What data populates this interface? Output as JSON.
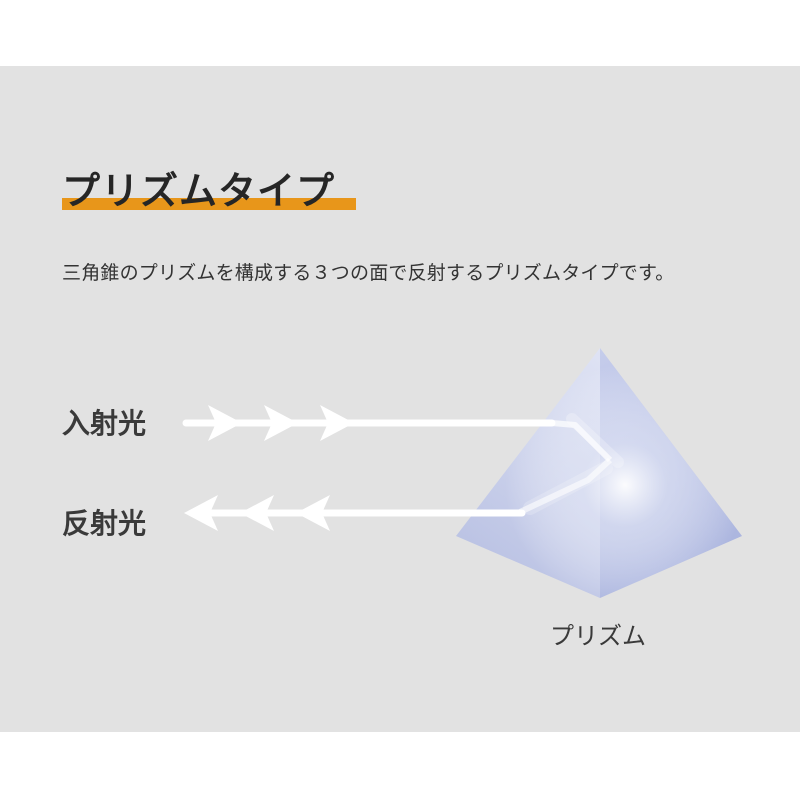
{
  "title": "プリズムタイプ",
  "description": "三角錐のプリズムを構成する３つの面で反射するプリズムタイプです。",
  "labels": {
    "incident": "入射光",
    "reflected": "反射光",
    "prism": "プリズム"
  },
  "colors": {
    "panel_background": "#e2e2e2",
    "title_underline": "#e8961a",
    "prism_blue": "#b7c0e4",
    "light_path": "#ffffff"
  },
  "icons": {
    "incident_arrows": "right-arrowheads",
    "reflected_arrows": "left-arrowheads"
  }
}
